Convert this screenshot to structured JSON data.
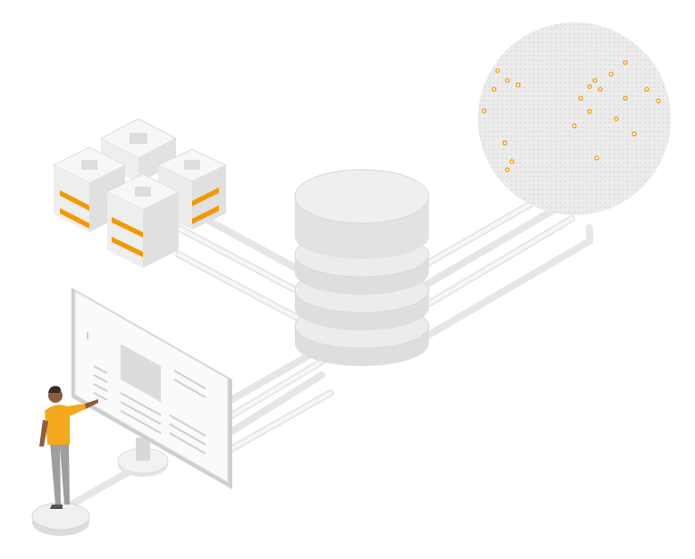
{
  "colors": {
    "accent": "#f29900",
    "light_gray": "#f1f1f1",
    "mid_gray": "#dadada",
    "dark_gray": "#bdbdbd",
    "shirt": "#f4a81c",
    "pants": "#9e9e9e",
    "skin": "#8d5b3e",
    "hair": "#3a2a22"
  },
  "globe": {
    "marker_count": 22
  },
  "database": {
    "disk_count": 4
  },
  "servers": {
    "unit_count": 4
  }
}
